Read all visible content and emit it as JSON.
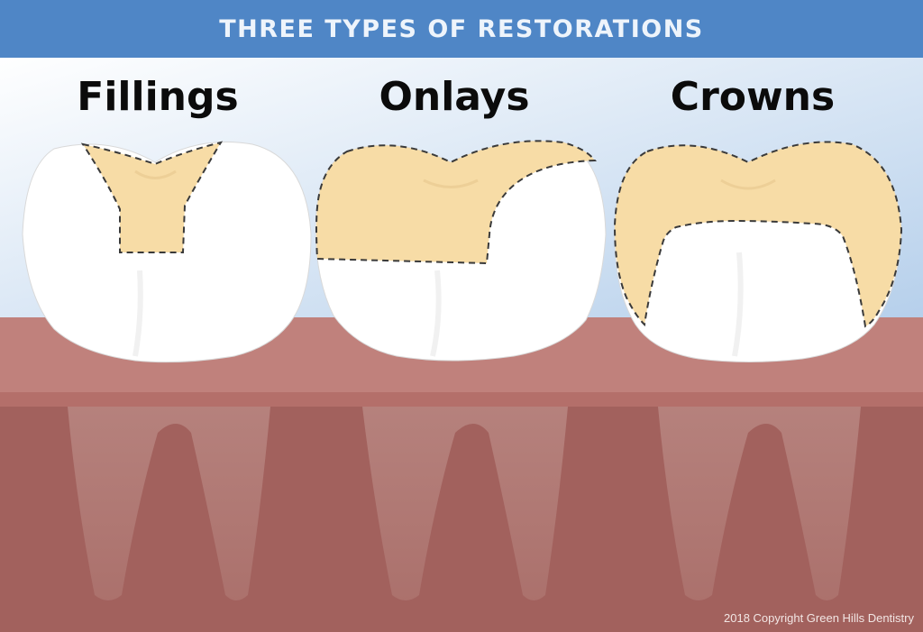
{
  "header": {
    "title": "THREE TYPES OF RESTORATIONS"
  },
  "teeth": [
    {
      "label": "Fillings"
    },
    {
      "label": "Onlays"
    },
    {
      "label": "Crowns"
    }
  ],
  "footer": {
    "copyright": "2018 Copyright Green Hills Dentistry"
  },
  "colors": {
    "banner": "#4f86c6",
    "sky_top": "#ffffff",
    "sky_bottom": "#b5cfeb",
    "gum": "#c0817c",
    "bone": "#a2615d",
    "root": "#b7817b",
    "tooth": "#ffffff",
    "restoration": "#f7dca6",
    "dash": "#3a3a3a"
  }
}
